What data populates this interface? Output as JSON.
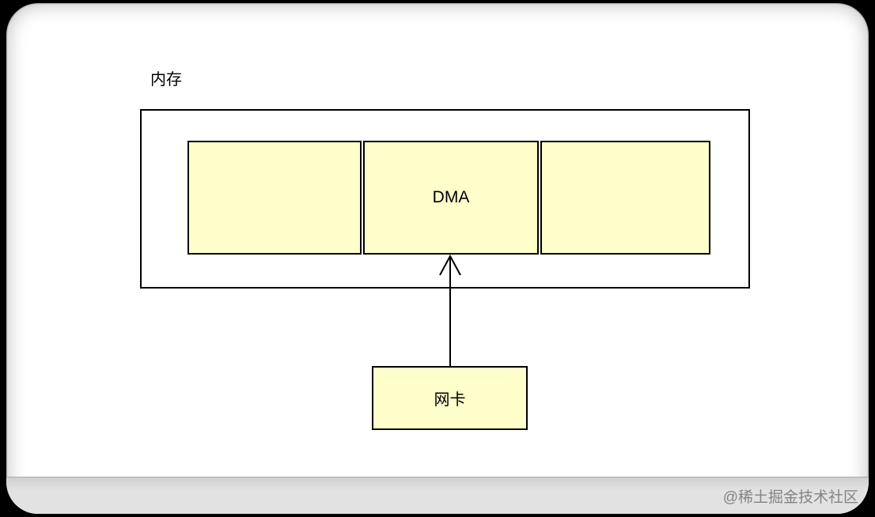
{
  "diagram": {
    "memory_label": "内存",
    "memory_segments": [
      {
        "label": ""
      },
      {
        "label": "DMA"
      },
      {
        "label": ""
      }
    ],
    "nic_label": "网卡"
  },
  "watermark": {
    "text": "@稀土掘金技术社区"
  },
  "colors": {
    "canvas_background": "#000000",
    "page_background": "#FFFFFF",
    "segment_fill": "#FFFFCC",
    "stroke": "#000000",
    "footer_background": "#E2E2E2",
    "watermark_text": "#848484"
  }
}
